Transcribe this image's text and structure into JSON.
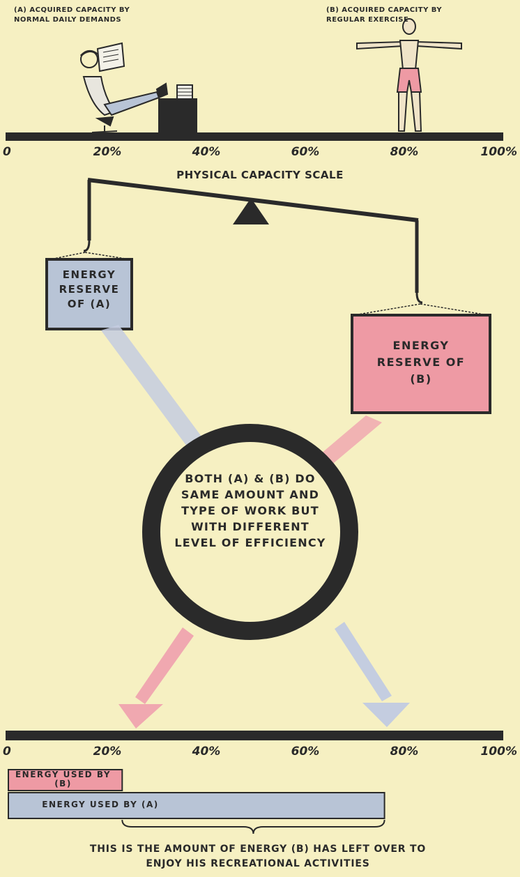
{
  "top_labels": {
    "a_caption": "(A) ACQUIRED CAPACITY BY NORMAL DAILY DEMANDS",
    "b_caption": "(B) ACQUIRED CAPACITY BY REGULAR EXERCISE"
  },
  "scale": {
    "ticks": [
      "0",
      "20%",
      "40%",
      "60%",
      "80%",
      "100%"
    ],
    "title": "PHYSICAL CAPACITY SCALE",
    "a_capacity_pct": 30,
    "b_capacity_pct": 80
  },
  "boxes": {
    "a_text": "ENERGY RESERVE OF (A)",
    "b_text": "ENERGY RESERVE OF (B)"
  },
  "circle": {
    "text": "BOTH (A) & (B) DO SAME AMOUNT AND TYPE OF WORK BUT WITH DIFFERENT LEVEL OF EFFICIENCY"
  },
  "bottom_scale": {
    "ticks": [
      "0",
      "20%",
      "40%",
      "60%",
      "80%",
      "100%"
    ]
  },
  "energy_bars": {
    "b_label": "ENERGY USED BY (B)",
    "b_pct": 23,
    "a_label": "ENERGY USED BY (A)",
    "a_pct": 76
  },
  "footer": {
    "text": "THIS IS THE AMOUNT OF ENERGY (B) HAS LEFT OVER TO ENJOY HIS RECREATIONAL ACTIVITIES"
  },
  "colors": {
    "background": "#f6f0c2",
    "ink": "#2a2a2a",
    "blue_box": "#b8c4d6",
    "pink_box": "#ee9aa4",
    "blue_arrow": "#c4cde0",
    "pink_arrow": "#f0a8b0"
  }
}
